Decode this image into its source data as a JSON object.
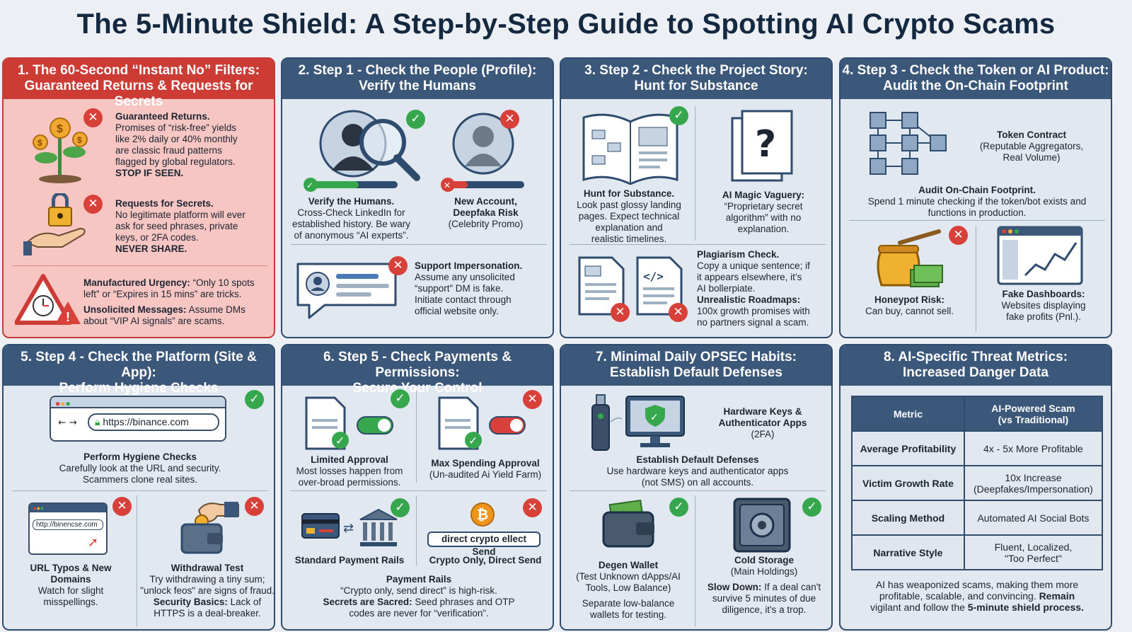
{
  "title": "The 5-Minute Shield: A Step-by-Step Guide to Spotting AI Crypto Scams",
  "colors": {
    "header": "#3b577a",
    "red_header": "#cd3b35",
    "check": "#37a74d",
    "cross": "#d8403a"
  },
  "p1": {
    "h1": "1. The 60-Second “Instant No” Filters:",
    "h2": "Guaranteed Returns & Requests for Secrets",
    "gr_title": "Guaranteed Returns.",
    "gr_l1": "Promises of “risk-free” yields",
    "gr_l2": "like 2% daily or 40% monthly",
    "gr_l3": "are classic fraud patterns",
    "gr_l4": "flagged by global regulators.",
    "gr_stop": "STOP IF SEEN.",
    "rs_title": "Requests for Secrets.",
    "rs_l1": "No legitimate platform will ever",
    "rs_l2": "ask for seed phrases, private",
    "rs_l3": "keys, or 2FA codes.",
    "rs_never": "NEVER SHARE.",
    "mu_title": "Manufactured Urgency:",
    "mu_l1": "“Only 10 spots",
    "mu_l2": "left” or “Expires in 15 mins” are tricks.",
    "um_title": "Unsolicited Messages:",
    "um_l1": "Assume DMs",
    "um_l2": "about “VIP AI signals” are scams."
  },
  "p2": {
    "h1": "2. Step 1 - Check the People (Profile):",
    "h2": "Verify the Humans",
    "vh_title": "Verify the Humans.",
    "vh_l1": "Cross-Check LinkedIn for",
    "vh_l2": "established history. Be wary",
    "vh_l3": "of anonymous “AI experts”.",
    "na_l1": "New Account,",
    "na_l2": "Deepfaka Risk",
    "na_l3": "(Celebrity Promo)",
    "si_title": "Support Impersonation.",
    "si_l1": "Assume any unsolicited",
    "si_l2": "“support” DM is fake.",
    "si_l3": "Initiate contact through",
    "si_l4": "official website only."
  },
  "p3": {
    "h1": "3. Step 2 - Check the Project Story:",
    "h2": "Hunt for Substance",
    "hs_title": "Hunt for Substance.",
    "hs_l1": "Look past glossy landing",
    "hs_l2": "pages. Expect technical",
    "hs_l3": "explanation and",
    "hs_l4": "realistic timelines.",
    "am_title": "AI Magic Vaguery:",
    "am_l1": "“Proprietary secret",
    "am_l2": "algorithm” with no",
    "am_l3": "explanation.",
    "pc_title": "Plagiarism Check.",
    "pc_l1": "Copy a unique sentence; if",
    "pc_l2": "it appears elsewhere, it’s",
    "pc_l3": "AI bollerpiate.",
    "ur_title": "Unrealistic Roadmaps:",
    "ur_l1": "100x growth promises with",
    "ur_l2": "no partners signal a scam."
  },
  "p4": {
    "h1": "4. Step 3 - Check the Token or AI Product:",
    "h2": "Audit the On-Chain Footprint",
    "tc_title": "Token Contract",
    "tc_l1": "(Reputable Aggregators,",
    "tc_l2": "Real Volume)",
    "ao_title": "Audit On-Chain Footprint.",
    "ao_l1": "Spend 1 minute checking if the token/bot exists and",
    "ao_l2": "functions in production.",
    "hp_title": "Honeypot Risk:",
    "hp_l1": "Can buy, cannot sell.",
    "fd_title": "Fake Dashboards:",
    "fd_l1": "Websites displaying",
    "fd_l2": "fake profits (Pnl.)."
  },
  "p5": {
    "h1": "5. Step 4 - Check the Platform (Site & App):",
    "h2": "Perform Hygiene Checks",
    "url_good": "https://binance.com",
    "url_bad": "http://binencse.com",
    "ph_title": "Perform Hygiene Checks",
    "ph_l1": "Carefully look at the URL and security.",
    "ph_l2": "Scammers clone real sites.",
    "ut_l1": "URL Typos & New",
    "ut_l2": "Domains",
    "ut_l3": "Watch for slight",
    "ut_l4": "misspellings.",
    "wt_title": "Withdrawal Test",
    "wt_l1": "Try withdrawing a tiny sum;",
    "wt_l2": "\"unlock feos\" are signs of fraud.",
    "sb_title": "Security Basics:",
    "sb_l1": "Lack of",
    "sb_l2": "HTTPS is a deal-breaker."
  },
  "p6": {
    "h1": "6. Step 5 - Check Payments & Permissions:",
    "h2": "Secure Your Control",
    "la_title": "Limited Approval",
    "la_l1": "Most losses happen from",
    "la_l2": "over-broad permissions.",
    "ms_title": "Max Spending Approval",
    "ms_l1": "(Un-audited Ai Yield Farm)",
    "dc_box": "direct crypto ellect Send",
    "sp": "Standard Payment Rails",
    "co": "Crypto Only, Direct Send",
    "pr_title": "Payment Rails",
    "pr_l1": "“Crypto only, send direct” is high-risk.",
    "ss_title": "Secrets are Sacred:",
    "ss_l1": "Seed phrases and OTP",
    "ss_l2": "codes are never for “verification”."
  },
  "p7": {
    "h1": "7. Minimal Daily OPSEC Habits:",
    "h2": "Establish Default Defenses",
    "hk_l1": "Hardware Keys &",
    "hk_l2": "Authenticator Apps",
    "hk_l3": "(2FA)",
    "ed_title": "Establish Default Defenses",
    "ed_l1": "Use hardware keys and authenticator apps",
    "ed_l2": "(not SMS) on all accounts.",
    "dw_title": "Degen Wallet",
    "dw_l1": "(Test Unknown dApps/AI",
    "dw_l2": "Tools, Low Balance)",
    "dw_l3": "Separate low-balance",
    "dw_l4": "wallets for testing.",
    "cs_title": "Cold Storage",
    "cs_l1": "(Main Holdings)",
    "sd_title": "Slow Down:",
    "sd_l1": "If a deal can't",
    "sd_l2": "survive 5 minutes of due",
    "sd_l3": "diligence, it's a trop."
  },
  "p8": {
    "h1": "8. AI-Specific Threat Metrics:",
    "h2": "Increased Danger Data",
    "th_metric": "Metric",
    "th_ai1": "AI-Powered Scam",
    "th_ai2": "(vs Traditional)",
    "rows": [
      {
        "metric": "Average Profitability",
        "v1": "4x - 5x More Profitable",
        "v2": ""
      },
      {
        "metric": "Victim Growth Rate",
        "v1": "10x Increase",
        "v2": "(Deepfakes/Impersonation)"
      },
      {
        "metric": "Scaling Method",
        "v1": "Automated AI Social Bots",
        "v2": ""
      },
      {
        "metric": "Narrative Style",
        "v1": "Fluent, Localized,",
        "v2": "\"Too Perfect\""
      }
    ],
    "f_l1": "AI has weaponized scams, making them more",
    "f_l2a": "profitable, scalable, and convincing.",
    "f_l2b": "Remain",
    "f_l3a": "vigilant and follow the",
    "f_l3b": "5-minute shield process."
  }
}
